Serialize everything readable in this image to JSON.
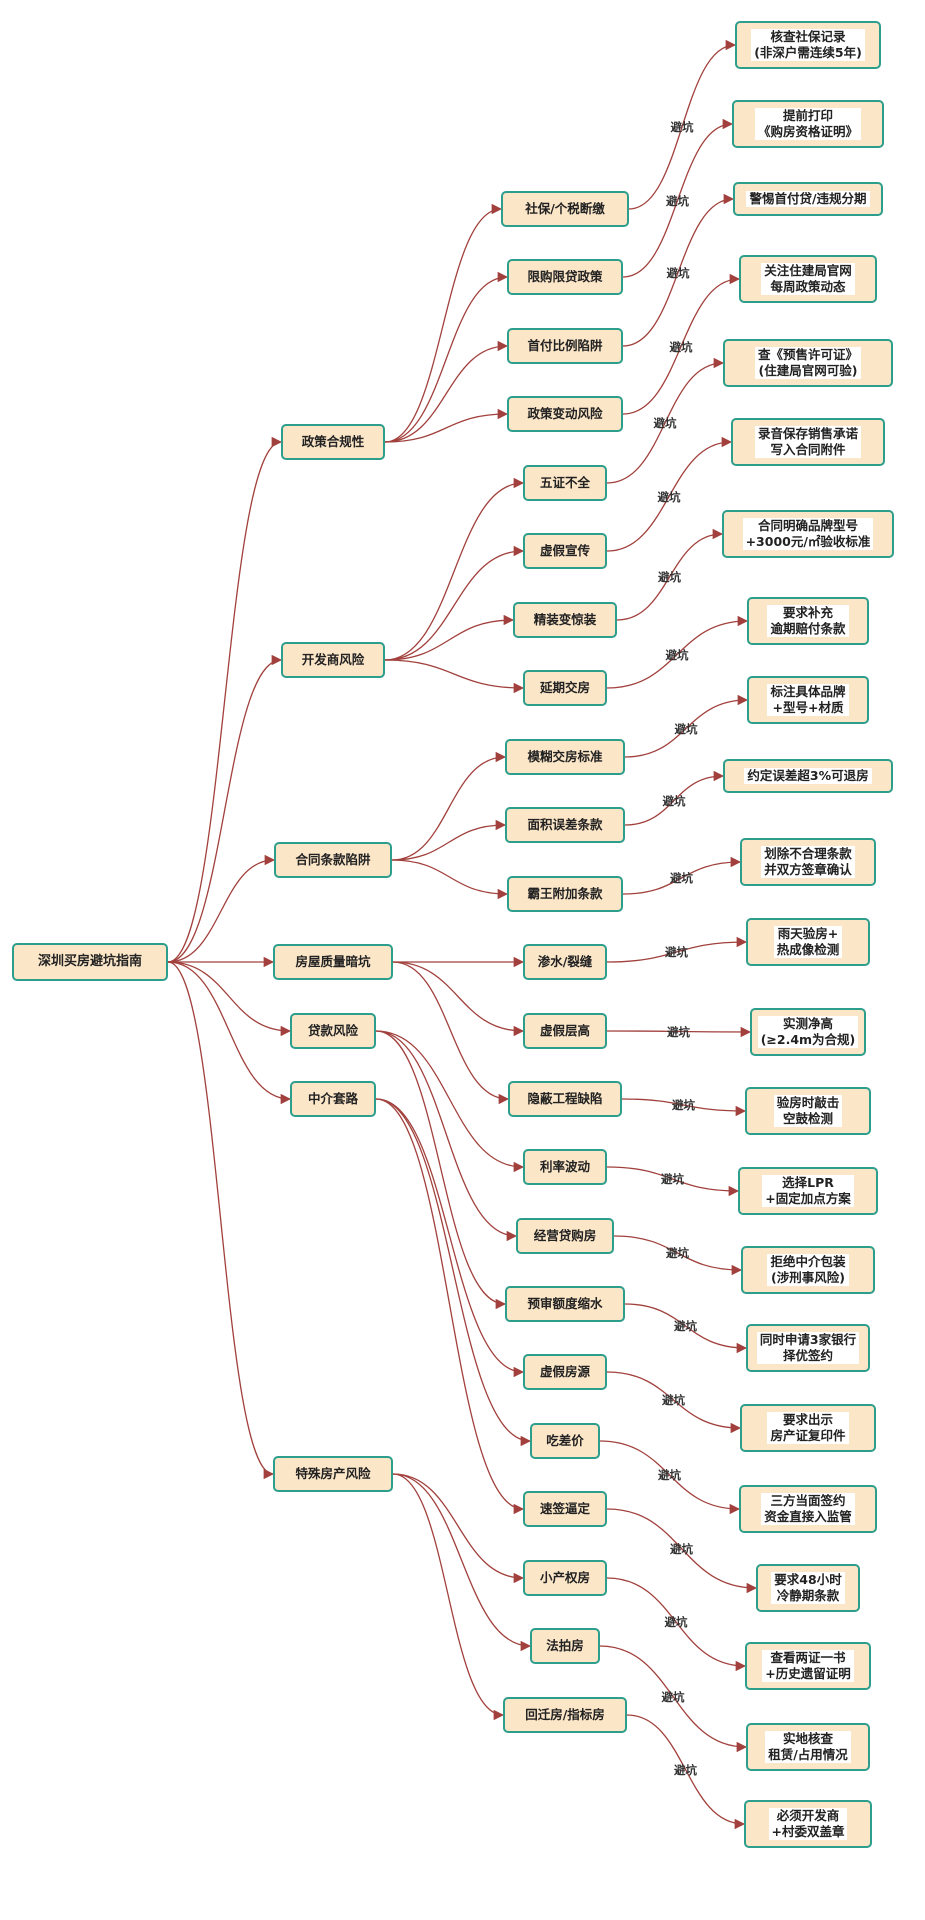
{
  "colors": {
    "node_fill": "#fbe6c8",
    "node_border": "#2e9e8c",
    "edge": "#a1403c"
  },
  "root": {
    "label": "深圳买房避坑指南"
  },
  "edge_label": "避坑",
  "categories": [
    {
      "label": "政策合规性",
      "items": [
        {
          "risk": "社保/个税断缴",
          "tip": "核查社保记录\n(非深户需连续5年)"
        },
        {
          "risk": "限购限贷政策",
          "tip": "提前打印\n《购房资格证明》"
        },
        {
          "risk": "首付比例陷阱",
          "tip": "警惕首付贷/违规分期"
        },
        {
          "risk": "政策变动风险",
          "tip": "关注住建局官网\n每周政策动态"
        }
      ]
    },
    {
      "label": "开发商风险",
      "items": [
        {
          "risk": "五证不全",
          "tip": "查《预售许可证》\n(住建局官网可验)"
        },
        {
          "risk": "虚假宣传",
          "tip": "录音保存销售承诺\n写入合同附件"
        },
        {
          "risk": "精装变惊装",
          "tip": "合同明确品牌型号\n+3000元/㎡验收标准"
        },
        {
          "risk": "延期交房",
          "tip": "要求补充\n逾期赔付条款"
        }
      ]
    },
    {
      "label": "合同条款陷阱",
      "items": [
        {
          "risk": "模糊交房标准",
          "tip": "标注具体品牌\n+型号+材质"
        },
        {
          "risk": "面积误差条款",
          "tip": "约定误差超3%可退房"
        },
        {
          "risk": "霸王附加条款",
          "tip": "划除不合理条款\n并双方签章确认"
        }
      ]
    },
    {
      "label": "房屋质量暗坑",
      "items": [
        {
          "risk": "渗水/裂缝",
          "tip": "雨天验房+\n热成像检测"
        },
        {
          "risk": "虚假层高",
          "tip": "实测净高\n(≥2.4m为合规)"
        },
        {
          "risk": "隐蔽工程缺陷",
          "tip": "验房时敲击\n空鼓检测"
        }
      ]
    },
    {
      "label": "贷款风险",
      "items": [
        {
          "risk": "利率波动",
          "tip": "选择LPR\n+固定加点方案"
        },
        {
          "risk": "经营贷购房",
          "tip": "拒绝中介包装\n(涉刑事风险)"
        },
        {
          "risk": "预审额度缩水",
          "tip": "同时申请3家银行\n择优签约"
        }
      ]
    },
    {
      "label": "中介套路",
      "items": [
        {
          "risk": "虚假房源",
          "tip": "要求出示\n房产证复印件"
        },
        {
          "risk": "吃差价",
          "tip": "三方当面签约\n资金直接入监管"
        },
        {
          "risk": "速签逼定",
          "tip": "要求48小时\n冷静期条款"
        }
      ]
    },
    {
      "label": "特殊房产风险",
      "items": [
        {
          "risk": "小产权房",
          "tip": "查看两证一书\n+历史遗留证明"
        },
        {
          "risk": "法拍房",
          "tip": "实地核查\n租赁/占用情况"
        },
        {
          "risk": "回迁房/指标房",
          "tip": "必须开发商\n+村委双盖章"
        }
      ]
    }
  ]
}
